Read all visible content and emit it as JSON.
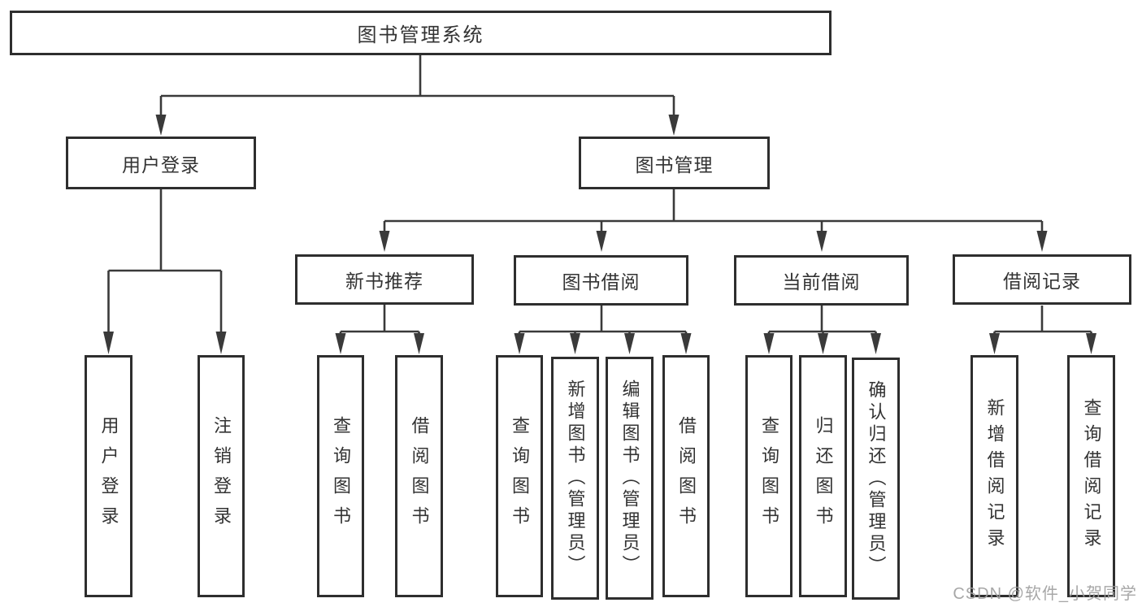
{
  "diagram_title": "图书管理系统",
  "nodes": {
    "root": {
      "label": "图书管理系统"
    },
    "level2": {
      "user_login": {
        "label": "用户登录"
      },
      "book_mgmt": {
        "label": "图书管理"
      }
    },
    "level3": {
      "new_book_rec": {
        "label": "新书推荐"
      },
      "book_borrow": {
        "label": "图书借阅"
      },
      "current_borrow": {
        "label": "当前借阅"
      },
      "borrow_records": {
        "label": "借阅记录"
      }
    },
    "leaves": {
      "login": {
        "label": "用户登录",
        "parent": "用户登录"
      },
      "logout": {
        "label": "注销登录",
        "parent": "用户登录"
      },
      "nbr_query": {
        "label": "查询图书",
        "parent": "新书推荐"
      },
      "nbr_borrow": {
        "label": "借阅图书",
        "parent": "新书推荐"
      },
      "bb_query": {
        "label": "查询图书",
        "parent": "图书借阅"
      },
      "bb_add": {
        "label": "新增图书（管理员）",
        "parent": "图书借阅"
      },
      "bb_edit": {
        "label": "编辑图书（管理员）",
        "parent": "图书借阅"
      },
      "bb_borrow": {
        "label": "借阅图书",
        "parent": "图书借阅"
      },
      "cb_query": {
        "label": "查询图书",
        "parent": "当前借阅"
      },
      "cb_return": {
        "label": "归还图书",
        "parent": "当前借阅"
      },
      "cb_confirm": {
        "label": "确认归还（管理员）",
        "parent": "当前借阅"
      },
      "br_add": {
        "label": "新增借阅记录",
        "parent": "借阅记录"
      },
      "br_query": {
        "label": "查询借阅记录",
        "parent": "借阅记录"
      }
    }
  },
  "watermark": {
    "text": "CSDN @软件_小贺同学"
  },
  "colors": {
    "line": "#3a3a3a",
    "box_border": "#2e2e2e",
    "box_fill": "#ffffff",
    "text": "#333333",
    "watermark_text": "#9e9e9e",
    "background": "#ffffff"
  }
}
